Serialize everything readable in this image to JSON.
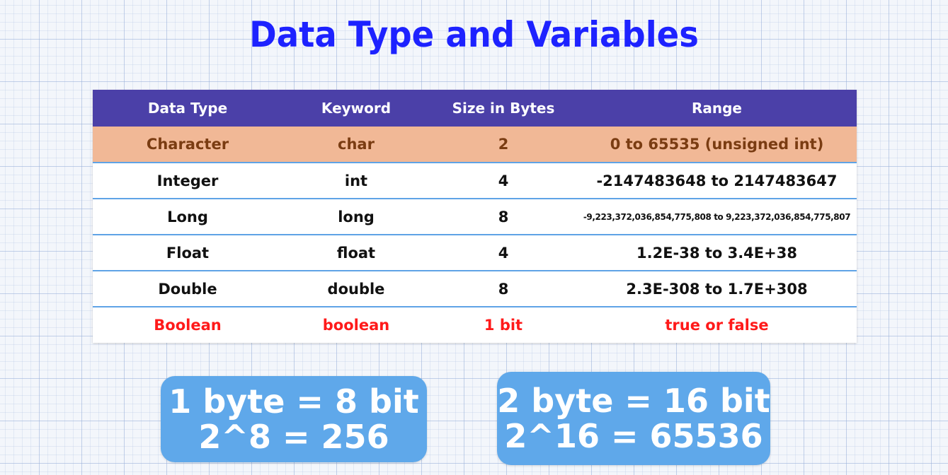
{
  "title": "Data Type and Variables",
  "table": {
    "headers": [
      "Data Type",
      "Keyword",
      "Size in Bytes",
      "Range"
    ],
    "rows": [
      {
        "type": "Character",
        "keyword": "char",
        "size": "2",
        "range": "0 to 65535 (unsigned int)"
      },
      {
        "type": "Integer",
        "keyword": "int",
        "size": "4",
        "range": "-2147483648 to 2147483647"
      },
      {
        "type": "Long",
        "keyword": "long",
        "size": "8",
        "range": "-9,223,372,036,854,775,808 to 9,223,372,036,854,775,807"
      },
      {
        "type": "Float",
        "keyword": "float",
        "size": "4",
        "range": "1.2E-38 to 3.4E+38"
      },
      {
        "type": "Double",
        "keyword": "double",
        "size": "8",
        "range": "2.3E-308 to 1.7E+308"
      },
      {
        "type": "Boolean",
        "keyword": "boolean",
        "size": "1 bit",
        "range": "true or false"
      }
    ]
  },
  "notes": [
    {
      "line1": "1 byte = 8 bit",
      "line2": "2^8 = 256"
    },
    {
      "line1": "2 byte = 16 bit",
      "line2": "2^16 = 65536"
    }
  ],
  "colors": {
    "title": "#1d22ff",
    "header_bg": "#4b40a8",
    "highlight_row": "#f1b896",
    "accent_text": "#ff1a1a",
    "note_bg": "#5fa8ea"
  }
}
